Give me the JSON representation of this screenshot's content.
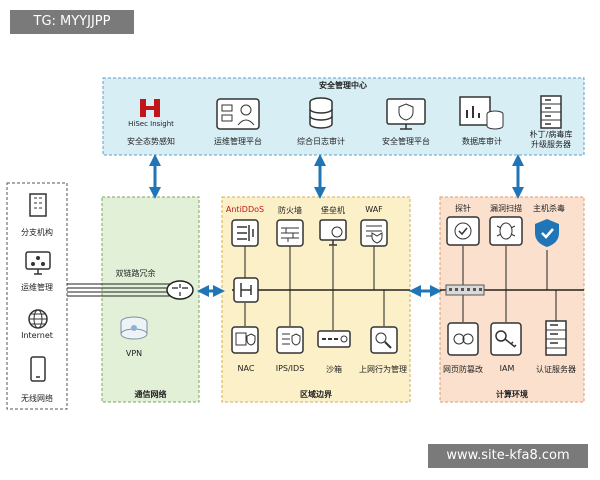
{
  "watermarks": {
    "top": "TG: MYYJJPP",
    "bottom": "www.site-kfa8.com"
  },
  "security_center": {
    "title": "安全管理中心",
    "logo_text": "HiSec Insight",
    "items": [
      "安全态势感知",
      "运维管理平台",
      "综合日志审计",
      "安全管理平台",
      "数据库审计",
      "朴丁/病毒库\n升级服务器"
    ]
  },
  "left_panel": {
    "items": [
      "分支机构",
      "运维管理",
      "Internet",
      "无线网络"
    ]
  },
  "comm_network": {
    "title": "通信网络",
    "redundancy": "双链路冗余",
    "vpn": "VPN"
  },
  "region_boundary": {
    "title": "区域边界",
    "top": [
      "AntiDDoS",
      "防火墙",
      "堡垒机",
      "WAF"
    ],
    "bottom": [
      "NAC",
      "IPS/IDS",
      "沙箱",
      "上网行为管理"
    ]
  },
  "compute_env": {
    "title": "计算环境",
    "top": [
      "探针",
      "漏洞扫描",
      "主机杀毒"
    ],
    "bottom": [
      "网页防篡改",
      "IAM",
      "认证服务器"
    ]
  },
  "colors": {
    "security_center_bg": "#d8eef5",
    "comm_bg": "#e3f0d8",
    "region_bg": "#fbf0c8",
    "compute_bg": "#fbe1cd",
    "arrow": "#1f75b6",
    "accent_red": "#c0161b"
  }
}
